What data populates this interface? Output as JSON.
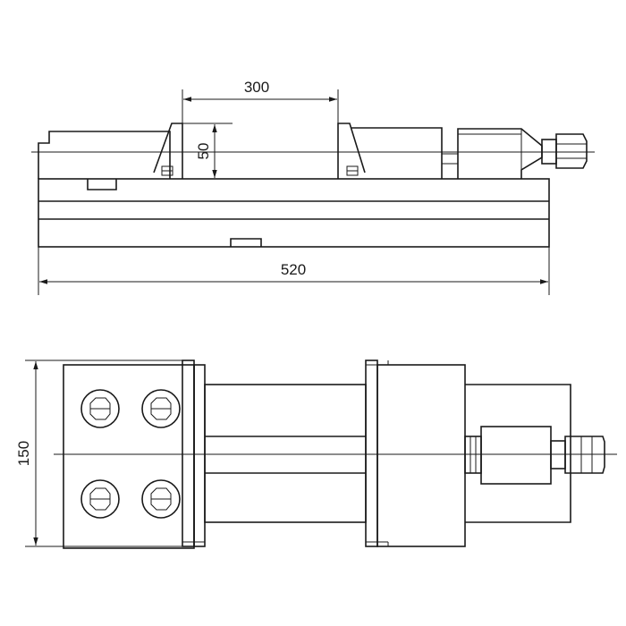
{
  "dimensions": {
    "jaw_opening": "300",
    "jaw_height": "50",
    "overall_length": "520",
    "overall_width": "150"
  },
  "colors": {
    "line": "#1a1a1a",
    "background": "#ffffff"
  }
}
